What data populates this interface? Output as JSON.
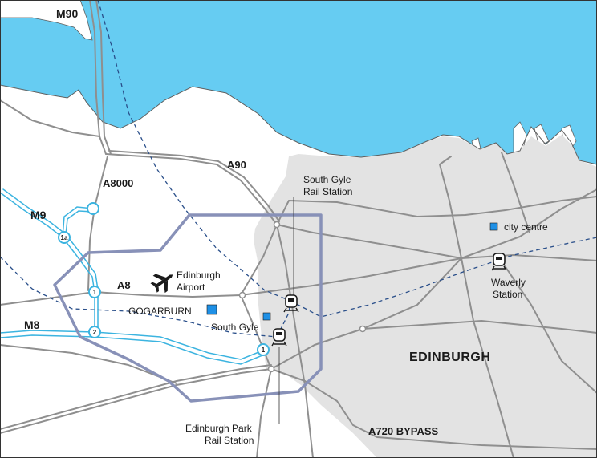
{
  "colors": {
    "sea": "#66ccf2",
    "land": "#ffffff",
    "urban": "#e3e3e3",
    "road": "#8f8f8f",
    "road_outline": "#5f5f5f",
    "motorway": "#3cb4e0",
    "rail": "#2a4f8a",
    "area_outline": "#8891b8",
    "marker": "#1e90e6",
    "border": "#333333"
  },
  "labels": {
    "m90": "M90",
    "m9": "M9",
    "m8": "M8",
    "a8000": "A8000",
    "a90": "A90",
    "a8": "A8",
    "a720": "A720 BYPASS",
    "south_gyle_rail_line1": "South Gyle",
    "south_gyle_rail_line2": "Rail Station",
    "city_centre": "city centre",
    "waverly_line1": "Waverly",
    "waverly_line2": "Station",
    "airport_line1": "Edinburgh",
    "airport_line2": "Airport",
    "gogarburn": "GOGARBURN",
    "south_gyle": "South Gyle",
    "edinburgh": "EDINBURGH",
    "edinburgh_park_line1": "Edinburgh Park",
    "edinburgh_park_line2": "Rail Station"
  },
  "junctions": {
    "j1a": "1a",
    "j1_a8": "1",
    "j2_m8": "2",
    "j1_a720": "1"
  },
  "icons": {
    "airport": "airplane-icon",
    "train": "train-icon",
    "marker": "square-marker-icon"
  }
}
